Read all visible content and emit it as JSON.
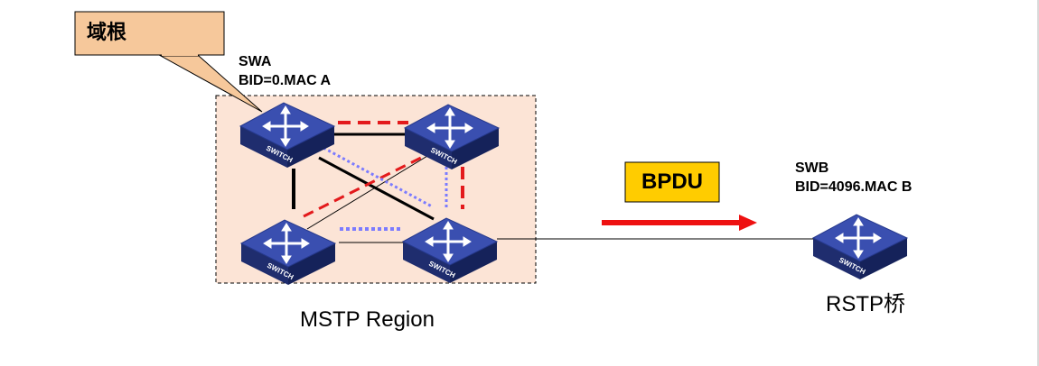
{
  "callout": {
    "text": "域根"
  },
  "region": {
    "label": "MSTP Region"
  },
  "swa": {
    "name": "SWA",
    "bid": "BID=0.MAC A"
  },
  "swb": {
    "name": "SWB",
    "bid": "BID=4096.MAC B"
  },
  "bpdu": {
    "label": "BPDU"
  },
  "rstp": {
    "label": "RSTP桥"
  },
  "switch_text": "SWITCH",
  "colors": {
    "region_fill": "#fce4d6",
    "callout_fill": "#f6c89b",
    "bpdu_fill": "#ffcc00",
    "arrow": "#ee1111",
    "switch_body": "#2b3d8f",
    "dash_red": "#e31a1c",
    "dot_blue": "#7b7bff"
  }
}
